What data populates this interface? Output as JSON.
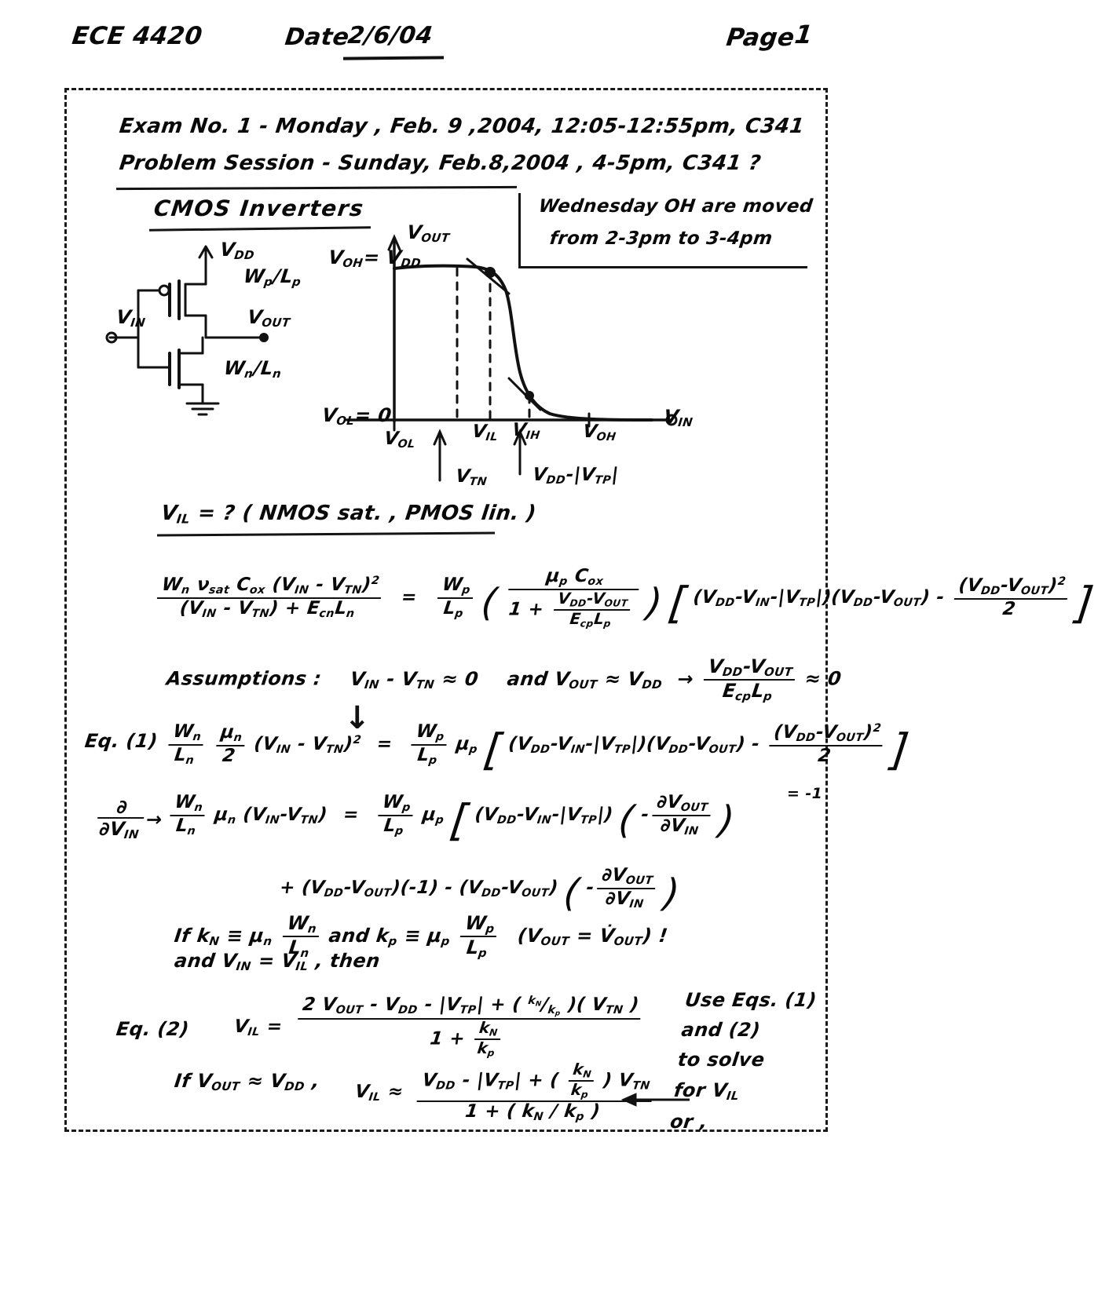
{
  "header": {
    "course": "ECE 4420",
    "date_label": "Date",
    "date_value": "2/6/04",
    "page_label": "Page",
    "page_number": "1"
  },
  "announcements": {
    "exam": "Exam No. 1  -  Monday , Feb. 9 ,2004,  12:05-12:55pm, C341",
    "problem_session": "Problem Session - Sunday, Feb.8,2004 ,  4-5pm,  C341 ?",
    "office_hours_line1": "Wednesday OH are moved",
    "office_hours_line2": "from 2-3pm to 3-4pm"
  },
  "section": {
    "title": "CMOS Inverters"
  },
  "circuit": {
    "vdd": "V",
    "vdd_sub": "DD",
    "pmos_ratio": "W",
    "pmos_ratio_sub": "p",
    "pmos_ratio_tail": "/L",
    "pmos_ratio_tail_sub": "p",
    "vout": "V",
    "vout_sub": "OUT",
    "vin": "V",
    "vin_sub": "IN",
    "nmos_ratio": "W",
    "nmos_ratio_sub": "n",
    "nmos_ratio_tail": "/L",
    "nmos_ratio_tail_sub": "n"
  },
  "plot": {
    "y_axis_label": "V",
    "y_axis_label_sub": "OUT",
    "x_axis_label": "V",
    "x_axis_label_sub": "IN",
    "voh_label": "V",
    "voh_sub": "OH",
    "voh_value": "= V",
    "voh_value_sub": "DD",
    "vol_label": "V",
    "vol_sub": "OL",
    "vol_value": "= 0",
    "tick_vol": "V",
    "tick_vol_sub": "OL",
    "tick_vil": "V",
    "tick_vil_sub": "IL",
    "tick_vih": "V",
    "tick_vih_sub": "IH",
    "tick_voh": "V",
    "tick_voh_sub": "OH",
    "arrow_vtn": "V",
    "arrow_vtn_sub": "TN",
    "arrow_vddvtp": "V",
    "arrow_vddvtp_sub": "DD",
    "arrow_vddvtp_tail": "-|V",
    "arrow_vddvtp_tail_sub": "TP",
    "arrow_vddvtp_end": "|"
  },
  "question": {
    "text": "V",
    "text_sub": "IL",
    "text_rest": " = ?   ( NMOS sat. , PMOS lin. )"
  },
  "equations": {
    "main_lhs_num": "Wn νsat Cox (VIN - VTN)²",
    "main_lhs_den": "(VIN - VTN) + Ecn Ln",
    "main_rhs_ratio_num": "Wp",
    "main_rhs_ratio_den": "Lp",
    "main_inner_num": "μp Cox",
    "main_inner_den": "1 + (VDD - VOUT)/(Ecp Lp)",
    "main_bracket": "[ (VDD - VIN - |VTP|)(VDD - VOUT) - (VDD - VOUT)²/2 ]",
    "assumptions_label": "Assumptions :",
    "assumption_1": "VIN - VTN ≈ 0",
    "assumption_2": "and VOUT ≈ VDD",
    "assumption_3": "(VDD - VOUT)/(Ecp Lp) ≈ 0",
    "eq1_tag": "Eq. (1)",
    "eq1_lhs": "(Wn/Ln)(μn/2)(VIN - VTN)²",
    "eq1_rhs": "(Wp/Lp) μp [ (VDD - VIN - |VTP|)(VDD - VOUT) - (VDD - VOUT)²/2 ]",
    "deriv_operator": "∂/∂VIN",
    "deriv_lhs": "(Wn/Ln) μn (VIN - VTN)",
    "deriv_rhs": "(Wp/Lp) μp [ (VDD - VIN - |VTP|)( -∂VOUT/∂VIN )",
    "deriv_note": "= -1",
    "deriv_cont": "+ (VDD - VOUT)(-1) - (VDD - VOUT)( -∂VOUT/∂VIN )",
    "if_line1": "If kN ≡ μn Wn/Ln  and kp ≡ μp Wp/Lp   (VOUT = V̇OUT) !",
    "if_line2": "and VIN = VIL , then",
    "eq2_tag": "Eq. (2)",
    "eq2_lhs": "VIL =",
    "eq2_num": "2 VOUT - VDD - |VTP| + ( kN/kp )( VTN )",
    "eq2_den": "1 + kN/kp",
    "eq3_pre": "If VOUT ≈ VDD ,",
    "eq3_lhs": "VIL ≈",
    "eq3_num": "VDD - |VTP| + ( kN/kp ) VTN",
    "eq3_den": "1 + ( kN / kp )"
  },
  "side_note": {
    "line1": "Use Eqs. (1)",
    "line2": "and (2)",
    "line3": "to solve",
    "line4": "for VIL",
    "line5": "or ,"
  },
  "colors": {
    "ink": "#0a0a0a",
    "paper": "#ffffff"
  }
}
